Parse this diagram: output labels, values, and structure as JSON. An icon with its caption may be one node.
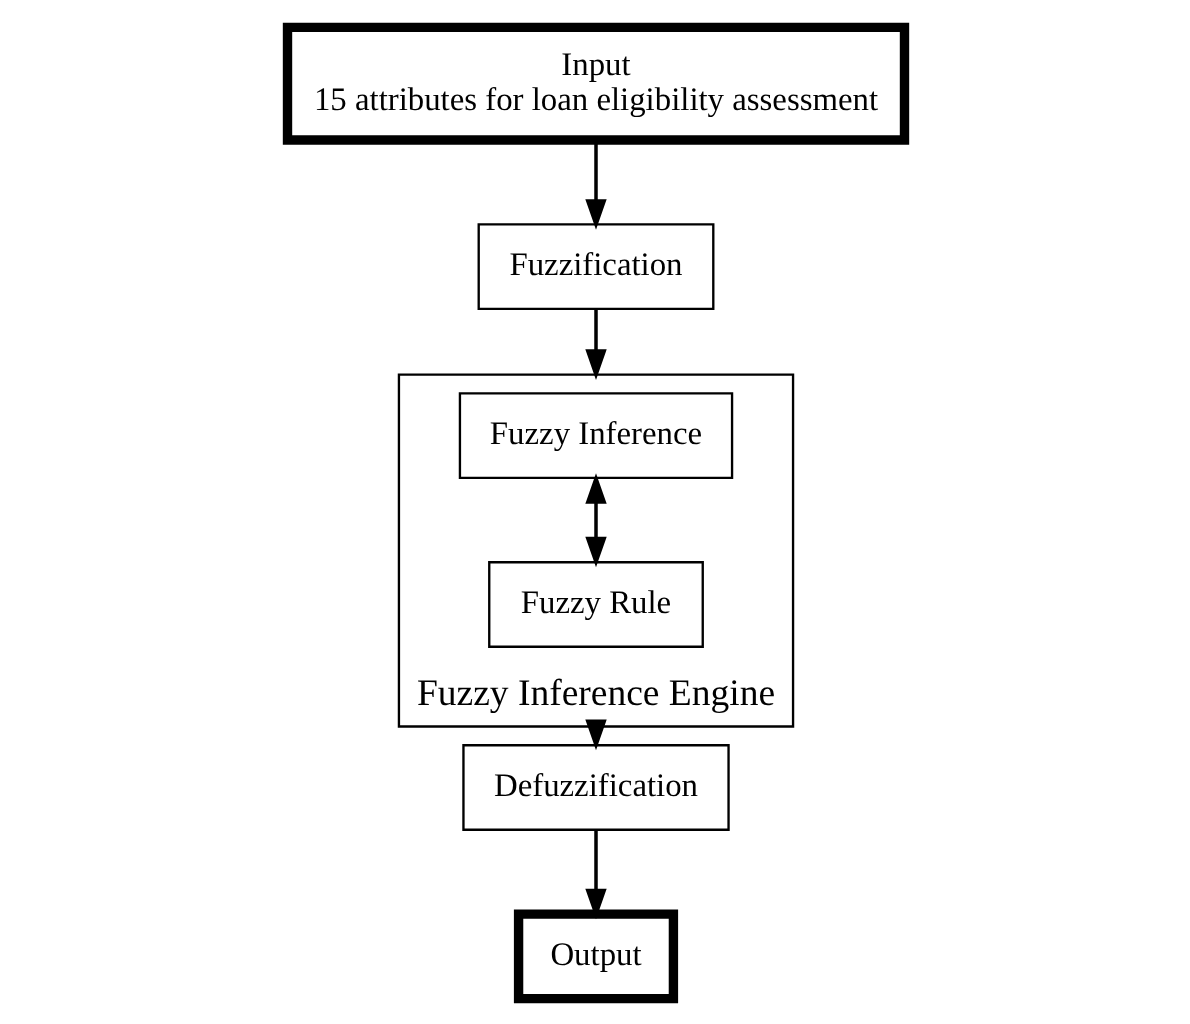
{
  "diagram": {
    "nodes": [
      {
        "text": [
          "Input",
          "15 attributes for loan eligibility assessment"
        ]
      },
      {
        "text": [
          "Fuzzification"
        ]
      },
      {
        "text": [
          "Fuzzy Inference Engine"
        ]
      },
      {
        "text": [
          "Fuzzy Inference"
        ],
        "in": 2
      },
      {
        "text": [
          "Fuzzy Rule"
        ],
        "in": 2
      },
      {
        "text": [
          "Defuzzification"
        ]
      },
      {
        "text": [
          "Output"
        ]
      }
    ],
    "edges": [
      {
        "from": 0,
        "to": 1,
        "arrow": "to"
      },
      {
        "from": 1,
        "to": 2,
        "arrow": "to"
      },
      {
        "from": 3,
        "to": 4,
        "arrow": "both"
      },
      {
        "from": 2,
        "to": 5,
        "arrow": "to"
      },
      {
        "from": 5,
        "to": 6,
        "arrow": "to"
      }
    ]
  }
}
